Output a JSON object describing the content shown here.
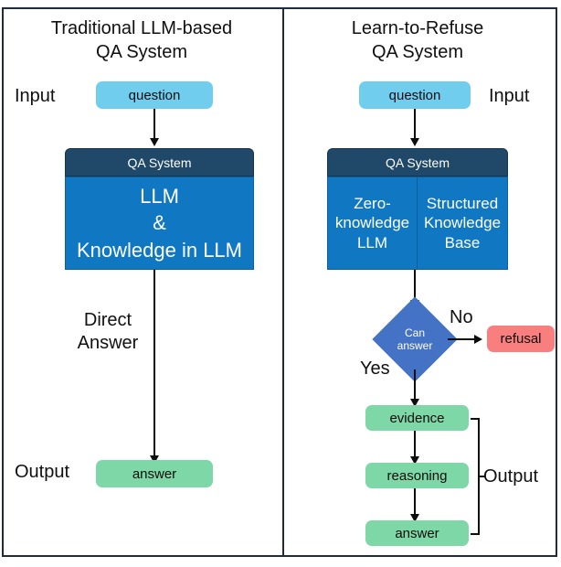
{
  "figure": {
    "panels": [
      {
        "id": "traditional",
        "title": "Traditional LLM-based\nQA System",
        "input_label": "Input",
        "output_label": "Output",
        "question_box": "question",
        "qa_header": "QA System",
        "qa_body": "LLM\n&\nKnowledge in LLM",
        "edge_label": "Direct\nAnswer",
        "answer_box": "answer"
      },
      {
        "id": "learn-to-refuse",
        "title": "Learn-to-Refuse\nQA System",
        "input_label": "Input",
        "output_label": "Output",
        "question_box": "question",
        "qa_header": "QA System",
        "qa_col_left": "Zero-\nknowledge\nLLM",
        "qa_col_right": "Structured\nKnowledge\nBase",
        "decision": "Can\nanswer",
        "branch_no": "No",
        "branch_yes": "Yes",
        "refusal_box": "refusal",
        "evidence_box": "evidence",
        "reasoning_box": "reasoning",
        "answer_box": "answer"
      }
    ],
    "colors": {
      "question": "#71cdee",
      "answer": "#7ed7a6",
      "refusal": "#f97f7f",
      "qa_header": "#204868",
      "qa_body": "#1077c3",
      "decision": "#4472c4",
      "frame": "#1f2a3a",
      "connector": "#0d0d0d"
    }
  }
}
